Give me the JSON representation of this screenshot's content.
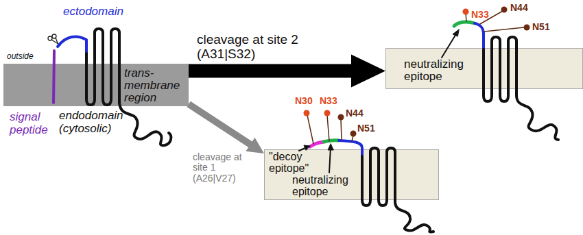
{
  "diagram": {
    "nodes": [
      {
        "text": [
          "trans-membrane region"
        ]
      },
      {
        "text": [
          "neutralizing epitope"
        ]
      },
      {
        "text": [
          "\"decoy epitope\"",
          "neutralizing epitope"
        ]
      }
    ],
    "edges": [
      {
        "from": 0,
        "to": 1,
        "arrow": "to",
        "label": "cleavage at site 2 (A31|S32)"
      },
      {
        "from": 0,
        "to": 2,
        "arrow": "to",
        "label": "cleavage at site 1 (A26|V27)"
      }
    ],
    "labels": [
      "outside",
      "ectodomain",
      "signal peptide",
      "endodomain (cytosolic)",
      "N33",
      "N44",
      "N51",
      "N30",
      "N33",
      "N44",
      "N51"
    ]
  }
}
